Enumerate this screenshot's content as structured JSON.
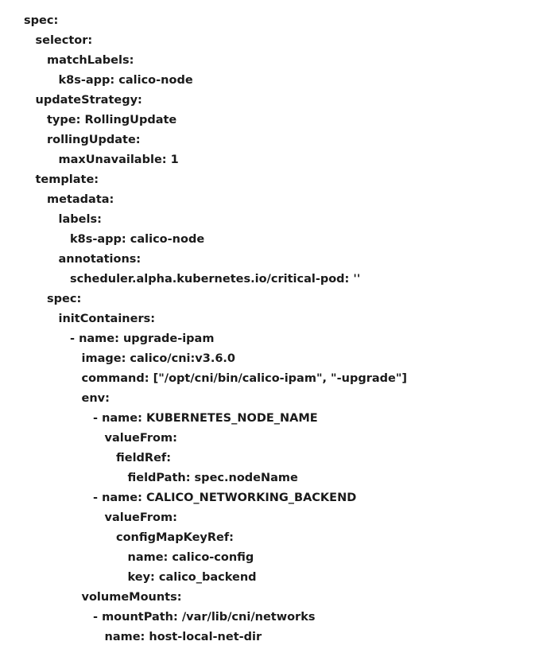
{
  "document": {
    "lines": [
      {
        "indent": 0,
        "text": "spec:"
      },
      {
        "indent": 1,
        "text": "selector:"
      },
      {
        "indent": 2,
        "text": "matchLabels:"
      },
      {
        "indent": 3,
        "text": "k8s-app: calico-node"
      },
      {
        "indent": 1,
        "text": "updateStrategy:"
      },
      {
        "indent": 2,
        "text": "type: RollingUpdate"
      },
      {
        "indent": 2,
        "text": "rollingUpdate:"
      },
      {
        "indent": 3,
        "text": "maxUnavailable: 1"
      },
      {
        "indent": 1,
        "text": "template:"
      },
      {
        "indent": 2,
        "text": "metadata:"
      },
      {
        "indent": 3,
        "text": "labels:"
      },
      {
        "indent": 4,
        "text": "k8s-app: calico-node"
      },
      {
        "indent": 3,
        "text": "annotations:"
      },
      {
        "indent": 4,
        "text": "scheduler.alpha.kubernetes.io/critical-pod: ''"
      },
      {
        "indent": 2,
        "text": "spec:"
      },
      {
        "indent": 3,
        "text": "initContainers:"
      },
      {
        "indent": 4,
        "text": "- name: upgrade-ipam"
      },
      {
        "indent": 5,
        "text": "image: calico/cni:v3.6.0"
      },
      {
        "indent": 5,
        "text": "command: [\"/opt/cni/bin/calico-ipam\", \"-upgrade\"]"
      },
      {
        "indent": 5,
        "text": "env:"
      },
      {
        "indent": 6,
        "text": "- name: KUBERNETES_NODE_NAME"
      },
      {
        "indent": 7,
        "text": "valueFrom:"
      },
      {
        "indent": 8,
        "text": "fieldRef:"
      },
      {
        "indent": 9,
        "text": "fieldPath: spec.nodeName"
      },
      {
        "indent": 6,
        "text": "- name: CALICO_NETWORKING_BACKEND"
      },
      {
        "indent": 7,
        "text": "valueFrom:"
      },
      {
        "indent": 8,
        "text": "configMapKeyRef:"
      },
      {
        "indent": 9,
        "text": "name: calico-config"
      },
      {
        "indent": 9,
        "text": "key: calico_backend"
      },
      {
        "indent": 5,
        "text": "volumeMounts:"
      },
      {
        "indent": 6,
        "text": "- mountPath: /var/lib/cni/networks"
      },
      {
        "indent": 7,
        "text": "name: host-local-net-dir"
      }
    ]
  }
}
